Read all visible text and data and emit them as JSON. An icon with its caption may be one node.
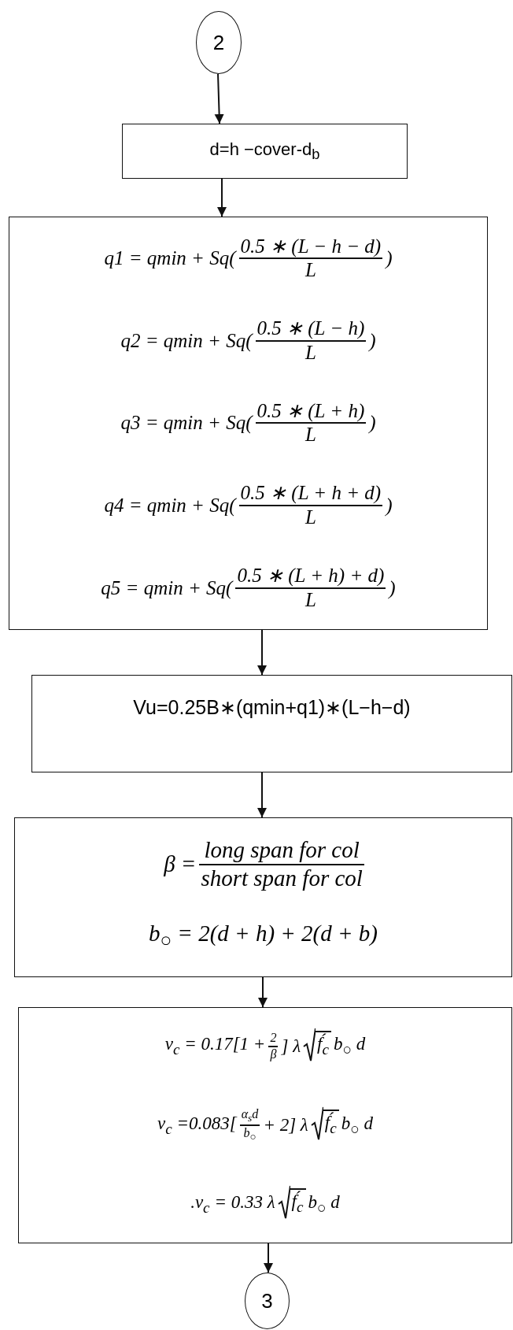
{
  "diagram": {
    "nodes": [
      {
        "text": [
          "2"
        ]
      },
      {
        "text": [
          "d=h −cover-d$_{b}$"
        ]
      },
      {
        "text": [
          "q1 = qmin + Sq(",
          "0.5 ∗ (L − h − d)",
          "L",
          ")",
          "q2 = qmin + Sq(",
          "0.5 ∗ (L − h)",
          "L",
          ")",
          "q3 = qmin + Sq(",
          "0.5 ∗ (L + h)",
          "L",
          ")",
          "q4 = qmin + Sq(",
          "0.5 ∗ (L + h + d)",
          "L",
          ")",
          "q5 = qmin + Sq(",
          "0.5 ∗ (L + h) + d)",
          "L",
          ")"
        ]
      },
      {
        "text": [
          "Vu=0.25B∗(qmin+q1)∗(L−h−d)"
        ]
      },
      {
        "text": [
          "β =",
          "long span for col",
          "short span for col",
          "b$_{○}$ = 2(d + h) + 2(d + b)"
        ]
      },
      {
        "text": [
          "v$_{c}$ = 0.17[1 +",
          "2",
          "β",
          "] λ",
          "f́$_{c}$",
          "b$_{○}$ d",
          "v$_{c}$ =0.083[",
          "α$_{s}$d",
          "b$_{○}$",
          "+ 2] λ",
          "f́$_{c}$",
          "b$_{○}$ d",
          ".v$_{c}$ =  0.33  λ",
          "f́$_{c}$",
          "b$_{○}$ d"
        ]
      },
      {
        "text": [
          "3"
        ]
      }
    ],
    "edges": [
      {
        "from": 0,
        "to": 1,
        "arrow": "to"
      },
      {
        "from": 1,
        "to": 2,
        "arrow": "to"
      },
      {
        "from": 2,
        "to": 3,
        "arrow": "to"
      },
      {
        "from": 3,
        "to": 4,
        "arrow": "to"
      },
      {
        "from": 4,
        "to": 5,
        "arrow": "to"
      },
      {
        "from": 5,
        "to": 6,
        "arrow": "to"
      }
    ]
  }
}
